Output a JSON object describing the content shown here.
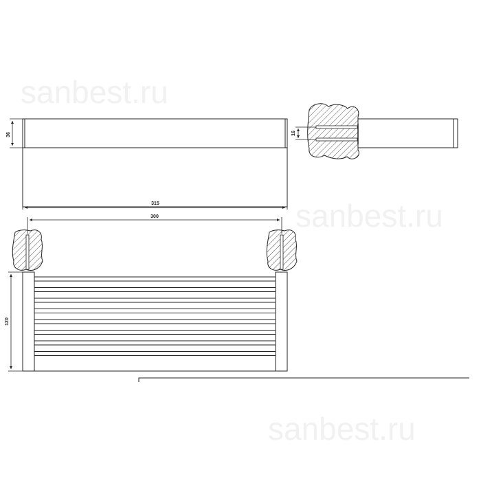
{
  "watermark": {
    "text": "sanbest.ru"
  },
  "dimensions": {
    "plan_depth": "36",
    "plan_width": "315",
    "wall_spacing": "300",
    "hole_spacing": "16",
    "front_height": "120"
  },
  "colors": {
    "line": "#222222",
    "hatch": "#555555",
    "background": "#ffffff",
    "watermark": "#f1f1f1"
  }
}
